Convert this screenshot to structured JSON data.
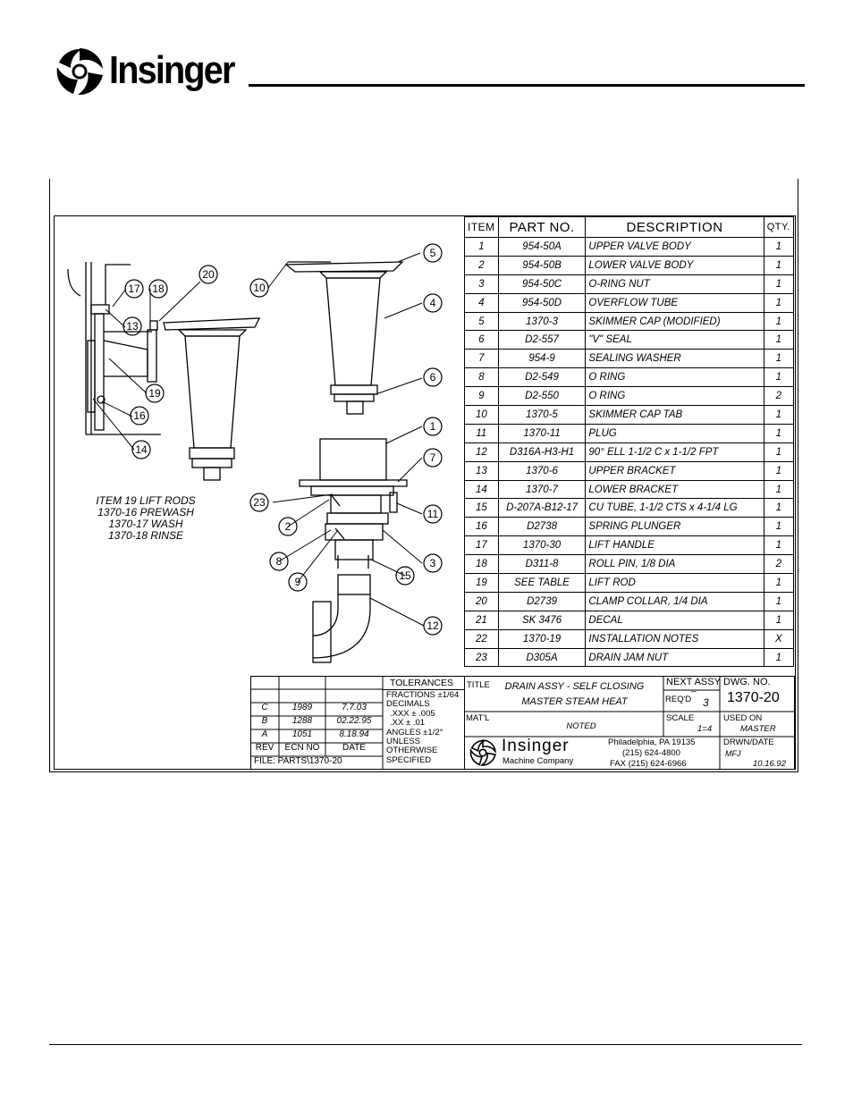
{
  "brand": {
    "name": "Insinger"
  },
  "notes": {
    "lift_rods": [
      "ITEM 19 LIFT RODS",
      "1370-16 PREWASH",
      "1370-17 WASH",
      "1370-18 RINSE"
    ]
  },
  "callouts": [
    "1",
    "2",
    "3",
    "4",
    "5",
    "6",
    "7",
    "8",
    "9",
    "10",
    "11",
    "12",
    "13",
    "14",
    "15",
    "16",
    "17",
    "18",
    "19",
    "20",
    "23"
  ],
  "parts_table": {
    "headers": [
      "ITEM",
      "PART NO.",
      "DESCRIPTION",
      "QTY."
    ],
    "rows": [
      [
        "1",
        "954-50A",
        "UPPER VALVE BODY",
        "1"
      ],
      [
        "2",
        "954-50B",
        "LOWER VALVE BODY",
        "1"
      ],
      [
        "3",
        "954-50C",
        "O-RING NUT",
        "1"
      ],
      [
        "4",
        "954-50D",
        "OVERFLOW TUBE",
        "1"
      ],
      [
        "5",
        "1370-3",
        "SKIMMER CAP (MODIFIED)",
        "1"
      ],
      [
        "6",
        "D2-557",
        "\"V\" SEAL",
        "1"
      ],
      [
        "7",
        "954-9",
        "SEALING WASHER",
        "1"
      ],
      [
        "8",
        "D2-549",
        "O RING",
        "1"
      ],
      [
        "9",
        "D2-550",
        "O RING",
        "2"
      ],
      [
        "10",
        "1370-5",
        "SKIMMER CAP TAB",
        "1"
      ],
      [
        "11",
        "1370-11",
        "PLUG",
        "1"
      ],
      [
        "12",
        "D316A-H3-H1",
        "90° ELL 1-1/2 C x 1-1/2 FPT",
        "1"
      ],
      [
        "13",
        "1370-6",
        "UPPER BRACKET",
        "1"
      ],
      [
        "14",
        "1370-7",
        "LOWER BRACKET",
        "1"
      ],
      [
        "15",
        "D-207A-B12-17",
        "CU TUBE, 1-1/2 CTS x 4-1/4 LG",
        "1"
      ],
      [
        "16",
        "D2738",
        "SPRING PLUNGER",
        "1"
      ],
      [
        "17",
        "1370-30",
        "LIFT HANDLE",
        "1"
      ],
      [
        "18",
        "D311-8",
        "ROLL PIN, 1/8 DIA",
        "2"
      ],
      [
        "19",
        "SEE TABLE",
        "LIFT ROD",
        "1"
      ],
      [
        "20",
        "D2739",
        "CLAMP COLLAR, 1/4 DIA",
        "1"
      ],
      [
        "21",
        "SK 3476",
        "DECAL",
        "1"
      ],
      [
        "22",
        "1370-19",
        "INSTALLATION NOTES",
        "X"
      ],
      [
        "23",
        "D305A",
        "DRAIN JAM NUT",
        "1"
      ]
    ]
  },
  "revisions": {
    "rows": [
      [
        "C",
        "1989",
        "7.7.03"
      ],
      [
        "B",
        "1288",
        "02.22.95"
      ],
      [
        "A",
        "1051",
        "8.18.94"
      ]
    ],
    "headers": [
      "REV",
      "ECN NO",
      "DATE"
    ],
    "file": "FILE: PARTS\\1370-20"
  },
  "tolerances": {
    "title": "TOLERANCES",
    "lines": [
      "FRACTIONS ±1/64",
      "DECIMALS",
      ".XXX ± .005",
      ".XX ± .01",
      "ANGLES ±1/2°",
      "UNLESS",
      "OTHERWISE",
      "SPECIFIED"
    ]
  },
  "title_block": {
    "title_label": "TITLE",
    "title_line1": "DRAIN ASSY - SELF CLOSING",
    "title_line2": "MASTER STEAM HEAT",
    "next_assy_label": "NEXT ASSY",
    "next_assy_value": "_",
    "reqd_label": "REQ'D",
    "reqd_value": "3",
    "dwg_no_label": "DWG. NO.",
    "dwg_no": "1370-20",
    "matl_label": "MAT'L",
    "matl_value": "NOTED",
    "scale_label": "SCALE",
    "scale_value": "1=4",
    "used_on_label": "USED ON",
    "used_on_value": "MASTER",
    "company_name": "Insinger",
    "company_sub": "Machine Company",
    "address1": "Philadelphia, PA 19135",
    "address2": "(215) 624-4800",
    "address3": "FAX (215) 624-6966",
    "drwn_label": "DRWN/DATE",
    "drwn_by": "MFJ",
    "drwn_date": "10.16.92"
  }
}
